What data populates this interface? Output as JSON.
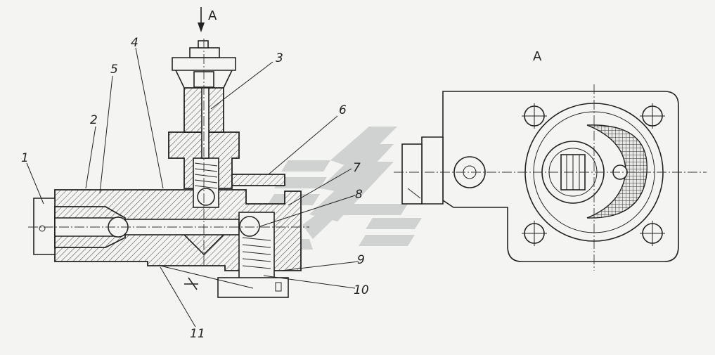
{
  "view": {
    "arrow_label": "А",
    "view_title": "А"
  },
  "callouts": [
    {
      "id": "1",
      "text": "1"
    },
    {
      "id": "2",
      "text": "2"
    },
    {
      "id": "3",
      "text": "3"
    },
    {
      "id": "4",
      "text": "4"
    },
    {
      "id": "5",
      "text": "5"
    },
    {
      "id": "6",
      "text": "6"
    },
    {
      "id": "7",
      "text": "7"
    },
    {
      "id": "8",
      "text": "8"
    },
    {
      "id": "9",
      "text": "9"
    },
    {
      "id": "10",
      "text": "10"
    },
    {
      "id": "11",
      "text": "11"
    }
  ],
  "colors": {
    "ink": "#222222",
    "paper": "#f4f4f2",
    "watermark": "#c9cdcb"
  }
}
